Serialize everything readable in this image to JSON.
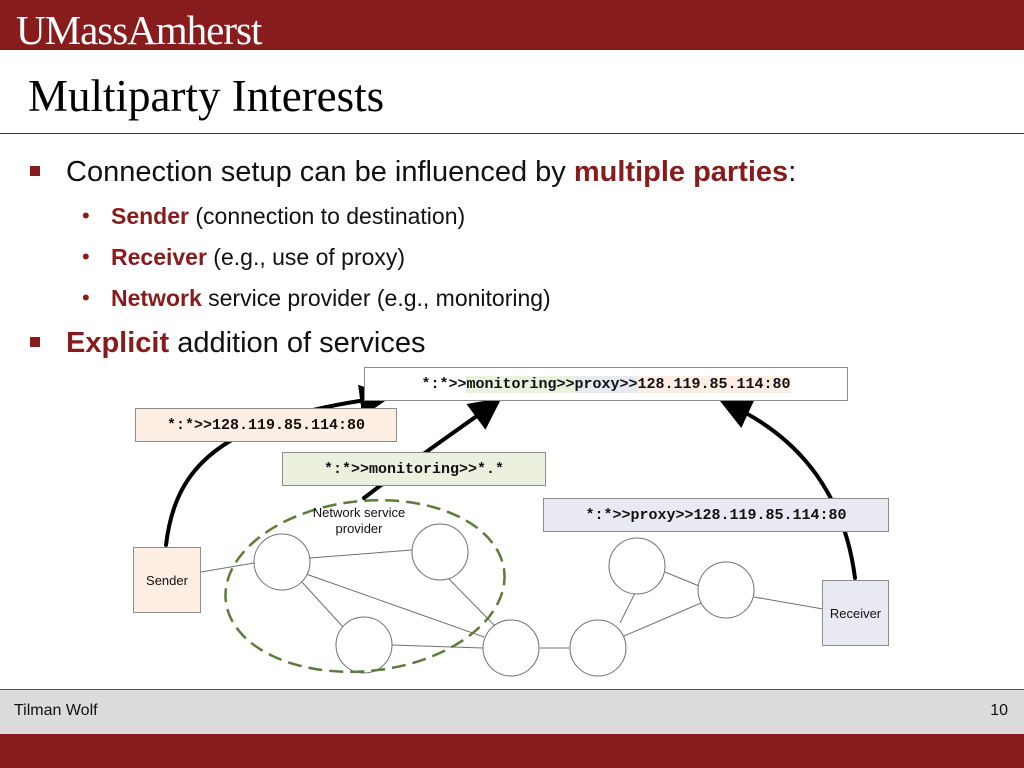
{
  "header": {
    "logo": "UMassAmherst"
  },
  "slide": {
    "title": "Multiparty Interests",
    "bullets": {
      "b1": {
        "pre": "Connection setup can be influenced by ",
        "em": "multiple parties",
        "post": ":"
      },
      "sub1": {
        "em": "Sender",
        "post": " (connection to destination)"
      },
      "sub2": {
        "em": "Receiver",
        "post": " (e.g., use of proxy)"
      },
      "sub3": {
        "em": "Network",
        "post": " service provider (e.g., monitoring)"
      },
      "b2": {
        "em": "Explicit",
        "post": " addition of services"
      }
    }
  },
  "diagram": {
    "sender_label": "Sender",
    "receiver_label": "Receiver",
    "nsp_label": "Network service provider",
    "addr_full": {
      "wild": "*:*>>",
      "mon": "monitoring>>",
      "prx": "proxy>>",
      "dst": "128.119.85.114:80"
    },
    "addr_sender": "*:*>>128.119.85.114:80",
    "addr_network": "*:*>>monitoring>>*.*",
    "addr_receiver": "*:*>>proxy>>128.119.85.114:80"
  },
  "footer": {
    "author": "Tilman Wolf",
    "page": "10"
  }
}
